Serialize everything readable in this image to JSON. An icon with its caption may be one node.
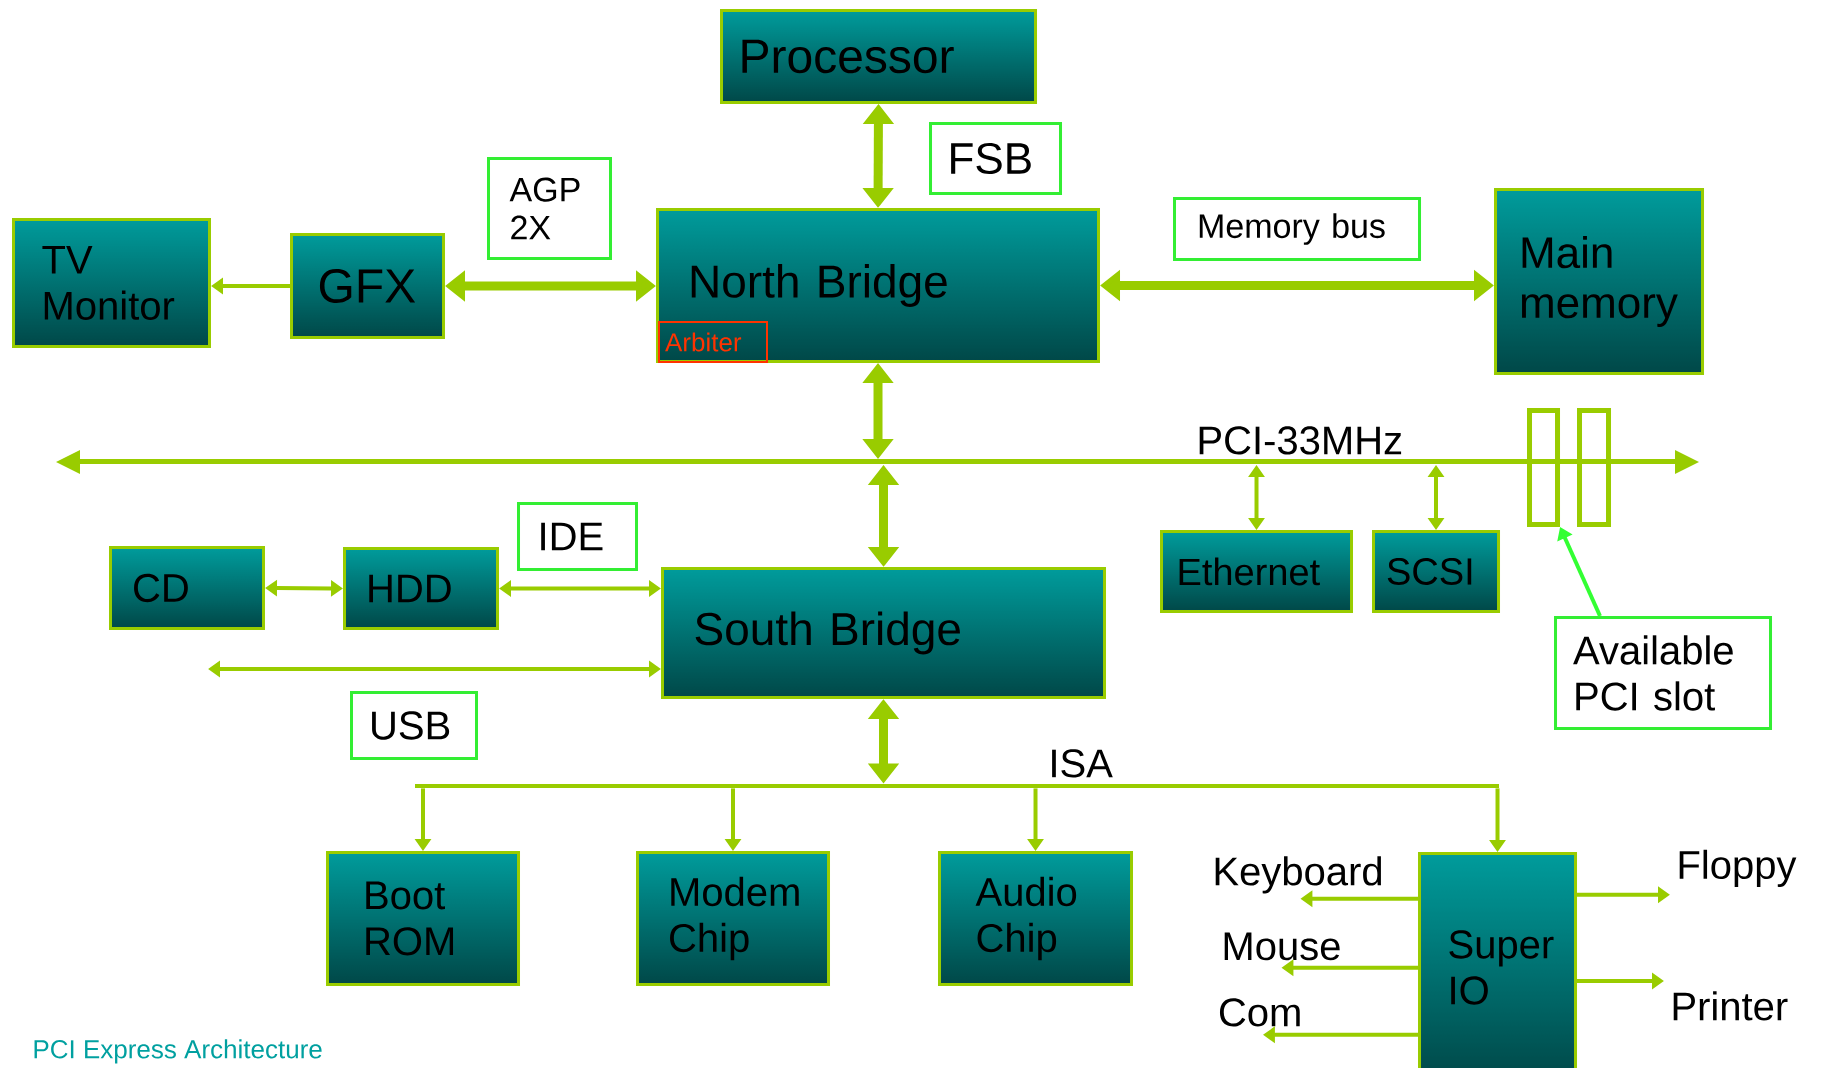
{
  "diagram": {
    "nodes": [
      {
        "text": [
          "Processor"
        ]
      },
      {
        "text": [
          "North Bridge"
        ]
      },
      {
        "text": [
          "Arbiter"
        ],
        "in": 1
      },
      {
        "text": [
          "FSB"
        ]
      },
      {
        "text": [
          "TV Monitor"
        ]
      },
      {
        "text": [
          "GFX"
        ]
      },
      {
        "text": [
          "AGP 2X"
        ]
      },
      {
        "text": [
          "Memory bus"
        ]
      },
      {
        "text": [
          "Main memory"
        ]
      },
      {
        "text": [],
        "shape": "bar",
        "beside": [
          "PCI-33MHz"
        ]
      },
      {
        "text": [
          "CD"
        ]
      },
      {
        "text": [
          "HDD"
        ]
      },
      {
        "text": [
          "IDE"
        ]
      },
      {
        "text": [
          "South Bridge"
        ]
      },
      {
        "text": [
          "Ethernet"
        ]
      },
      {
        "text": [
          "SCSI"
        ]
      },
      {
        "text": [],
        "shape": "box"
      },
      {
        "text": [],
        "shape": "box"
      },
      {
        "text": [
          "Available PCI slot"
        ]
      },
      {
        "text": [
          "USB"
        ]
      },
      {
        "text": [],
        "shape": "bar",
        "beside": [
          "ISA"
        ]
      },
      {
        "text": [
          "Boot ROM"
        ]
      },
      {
        "text": [
          "Modem Chip"
        ]
      },
      {
        "text": [
          "Audio Chip"
        ]
      },
      {
        "text": [
          "Super IO"
        ]
      },
      {
        "text": [
          "Keyboard"
        ]
      },
      {
        "text": [
          "Mouse"
        ]
      },
      {
        "text": [
          "Com"
        ]
      },
      {
        "text": [
          "Floppy"
        ]
      },
      {
        "text": [
          "Printer"
        ]
      }
    ],
    "edges": [
      {
        "from": 0,
        "to": 1,
        "arrow": "both",
        "style": "thick"
      },
      {
        "from": 5,
        "to": 4,
        "arrow": "to"
      },
      {
        "from": 5,
        "to": 1,
        "arrow": "both",
        "style": "thick"
      },
      {
        "from": 1,
        "to": 8,
        "arrow": "both",
        "style": "thick"
      },
      {
        "from": 1,
        "to": 9,
        "arrow": "both",
        "style": "thick"
      },
      {
        "from": 9,
        "to": 13,
        "arrow": "both",
        "style": "thick"
      },
      {
        "from": 9,
        "to": 14,
        "arrow": "both"
      },
      {
        "from": 9,
        "to": 15,
        "arrow": "both"
      },
      {
        "from": 10,
        "to": 11,
        "arrow": "both"
      },
      {
        "from": 11,
        "to": 13,
        "arrow": "both"
      },
      {
        "from": null,
        "to": 13,
        "arrow": "both"
      },
      {
        "from": 13,
        "to": 20,
        "arrow": "both",
        "style": "thick"
      },
      {
        "from": 20,
        "to": 21,
        "arrow": "to"
      },
      {
        "from": 20,
        "to": 22,
        "arrow": "to"
      },
      {
        "from": 20,
        "to": 23,
        "arrow": "to"
      },
      {
        "from": 20,
        "to": 24,
        "arrow": "to"
      },
      {
        "from": 24,
        "to": 25,
        "arrow": "to"
      },
      {
        "from": 24,
        "to": 26,
        "arrow": "to"
      },
      {
        "from": 24,
        "to": 27,
        "arrow": "to"
      },
      {
        "from": 24,
        "to": 28,
        "arrow": "to"
      },
      {
        "from": 24,
        "to": 29,
        "arrow": "to"
      },
      {
        "from": 18,
        "to": 16,
        "arrow": "to",
        "color": "#33ff33"
      }
    ],
    "labels": [
      "PCI Express Architecture"
    ]
  }
}
